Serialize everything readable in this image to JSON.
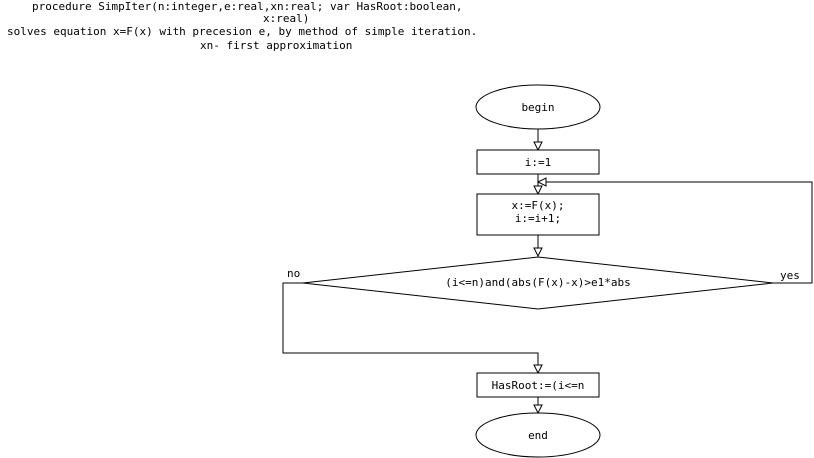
{
  "header": {
    "line1": "procedure SimpIter(n:integer,e:real,xn:real; var HasRoot:boolean,",
    "line2": "x:real)",
    "line3": "solves equation x=F(x) with precesion e, by method of simple iteration.",
    "line4": "xn- first approximation"
  },
  "flowchart": {
    "begin": "begin",
    "init": "i:=1",
    "body_line1": "x:=F(x);",
    "body_line2": "i:=i+1;",
    "condition": "(i<=n)and(abs(F(x)-x)>e1*abs",
    "no_label": "no",
    "yes_label": "yes",
    "result": "HasRoot:=(i<=n",
    "end": "end"
  }
}
